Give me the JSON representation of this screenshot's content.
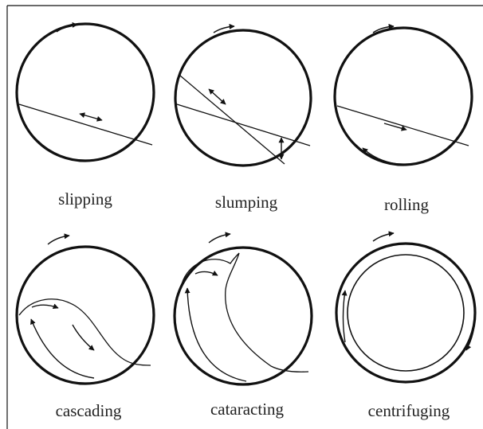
{
  "regimes": [
    {
      "id": "slipping",
      "label": "slipping"
    },
    {
      "id": "slumping",
      "label": "slumping"
    },
    {
      "id": "rolling",
      "label": "rolling"
    },
    {
      "id": "cascading",
      "label": "cascading"
    },
    {
      "id": "cataracting",
      "label": "cataracting"
    },
    {
      "id": "centrifuging",
      "label": "centrifuging"
    }
  ],
  "colors": {
    "stroke": "#111111",
    "text": "#222222",
    "background": "#ffffff"
  }
}
